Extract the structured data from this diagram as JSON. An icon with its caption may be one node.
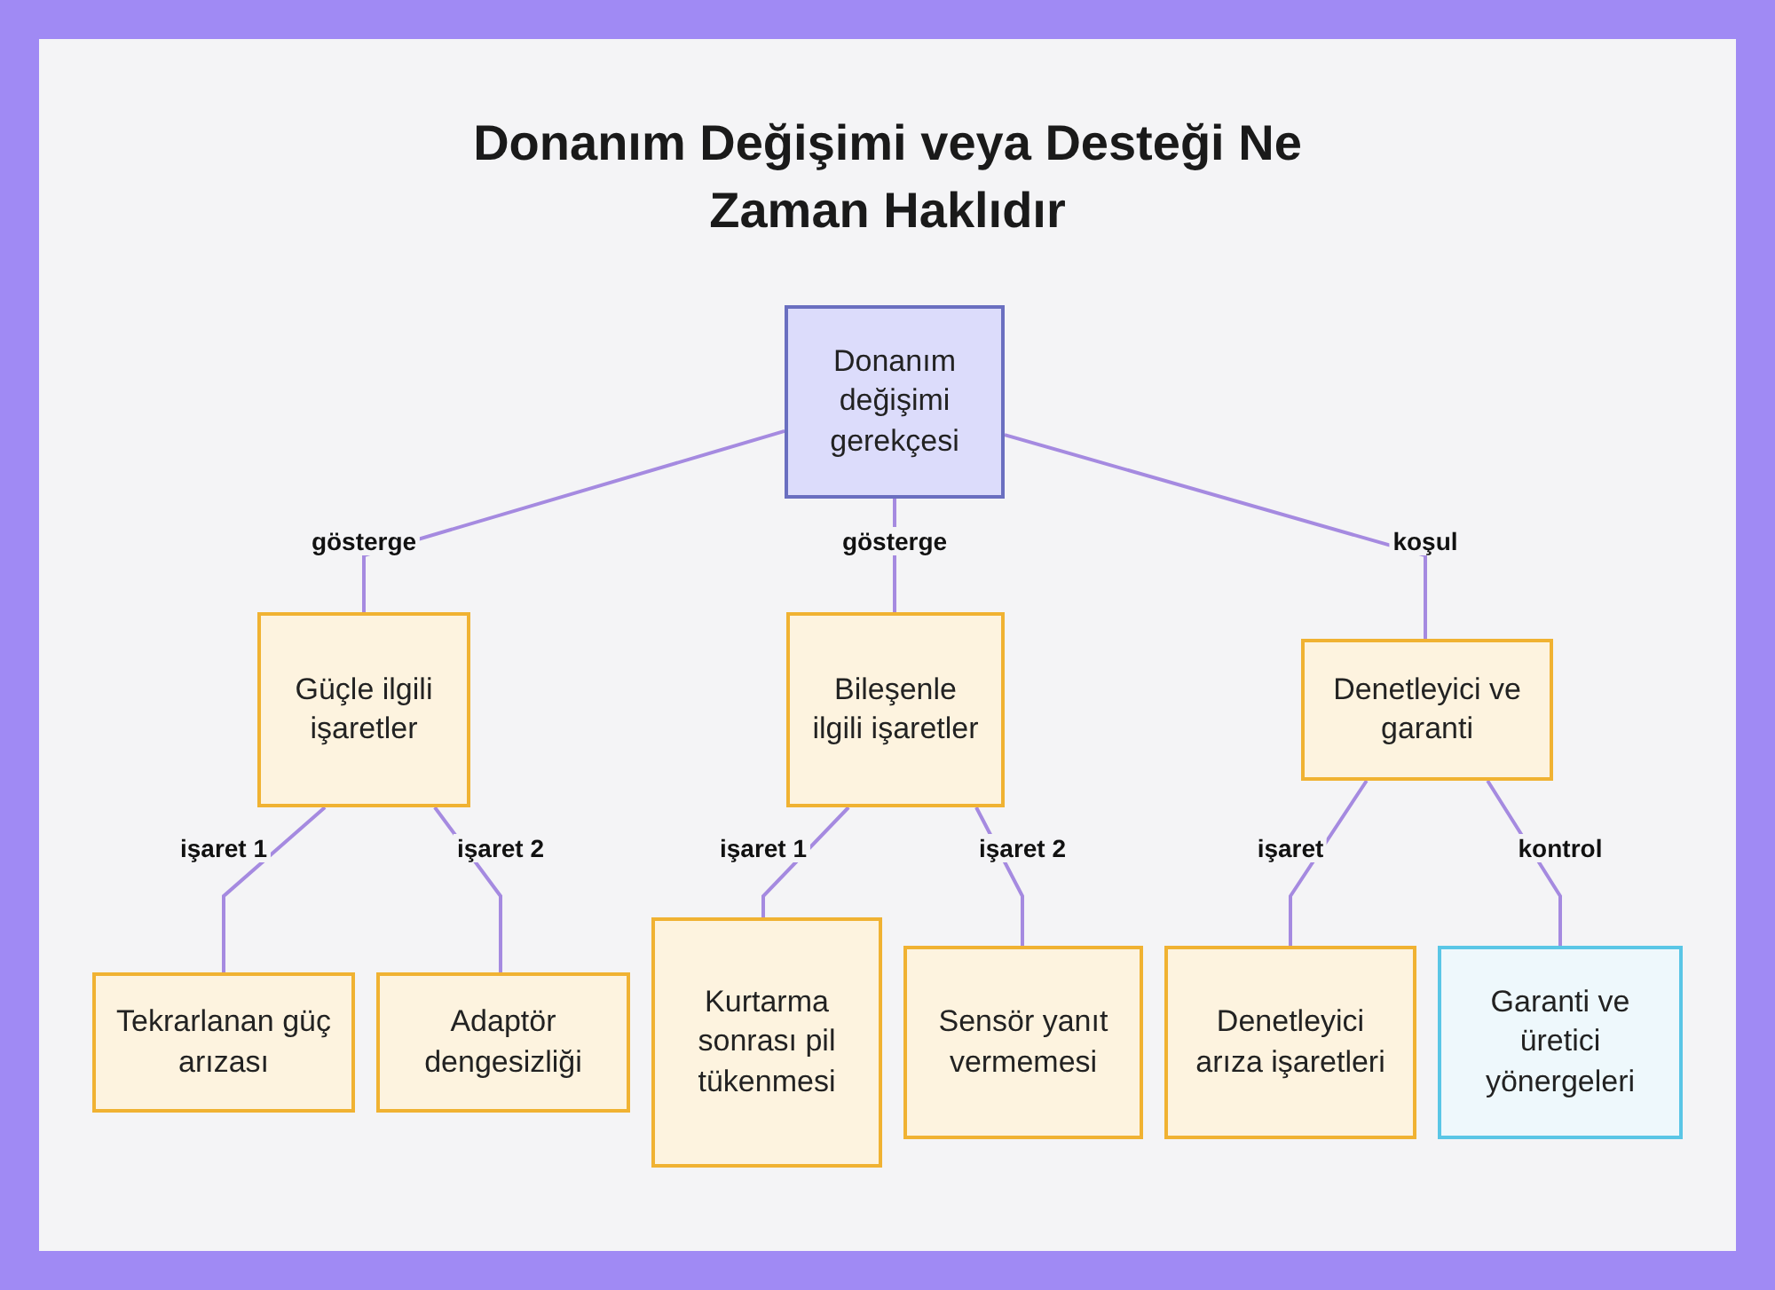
{
  "diagram": {
    "title": "Donanım Değişimi veya Desteği Ne Zaman Haklıdır",
    "nodes": [
      {
        "text": [
          "Donanım değişimi gerekçesi"
        ]
      },
      {
        "text": [
          "Güçle ilgili işaretler"
        ]
      },
      {
        "text": [
          "Bileşenle ilgili işaretler"
        ]
      },
      {
        "text": [
          "Denetleyici ve garanti"
        ]
      },
      {
        "text": [
          "Tekrarlanan güç arızası"
        ]
      },
      {
        "text": [
          "Adaptör dengesizliği"
        ]
      },
      {
        "text": [
          "Kurtarma sonrası pil tükenmesi"
        ]
      },
      {
        "text": [
          "Sensör yanıt vermemesi"
        ]
      },
      {
        "text": [
          "Denetleyici arıza işaretleri"
        ]
      },
      {
        "text": [
          "Garanti ve üretici yönergeleri"
        ]
      }
    ],
    "edges": [
      {
        "from": 0,
        "to": 1,
        "arrow": "none",
        "label": "gösterge"
      },
      {
        "from": 0,
        "to": 2,
        "arrow": "none",
        "label": "gösterge"
      },
      {
        "from": 0,
        "to": 3,
        "arrow": "none",
        "label": "koşul"
      },
      {
        "from": 1,
        "to": 4,
        "arrow": "none",
        "label": "işaret 1"
      },
      {
        "from": 1,
        "to": 5,
        "arrow": "none",
        "label": "işaret 2"
      },
      {
        "from": 2,
        "to": 6,
        "arrow": "none",
        "label": "işaret 1"
      },
      {
        "from": 2,
        "to": 7,
        "arrow": "none",
        "label": "işaret 2"
      },
      {
        "from": 3,
        "to": 8,
        "arrow": "none",
        "label": "işaret"
      },
      {
        "from": 3,
        "to": 9,
        "arrow": "none",
        "label": "kontrol"
      }
    ]
  }
}
